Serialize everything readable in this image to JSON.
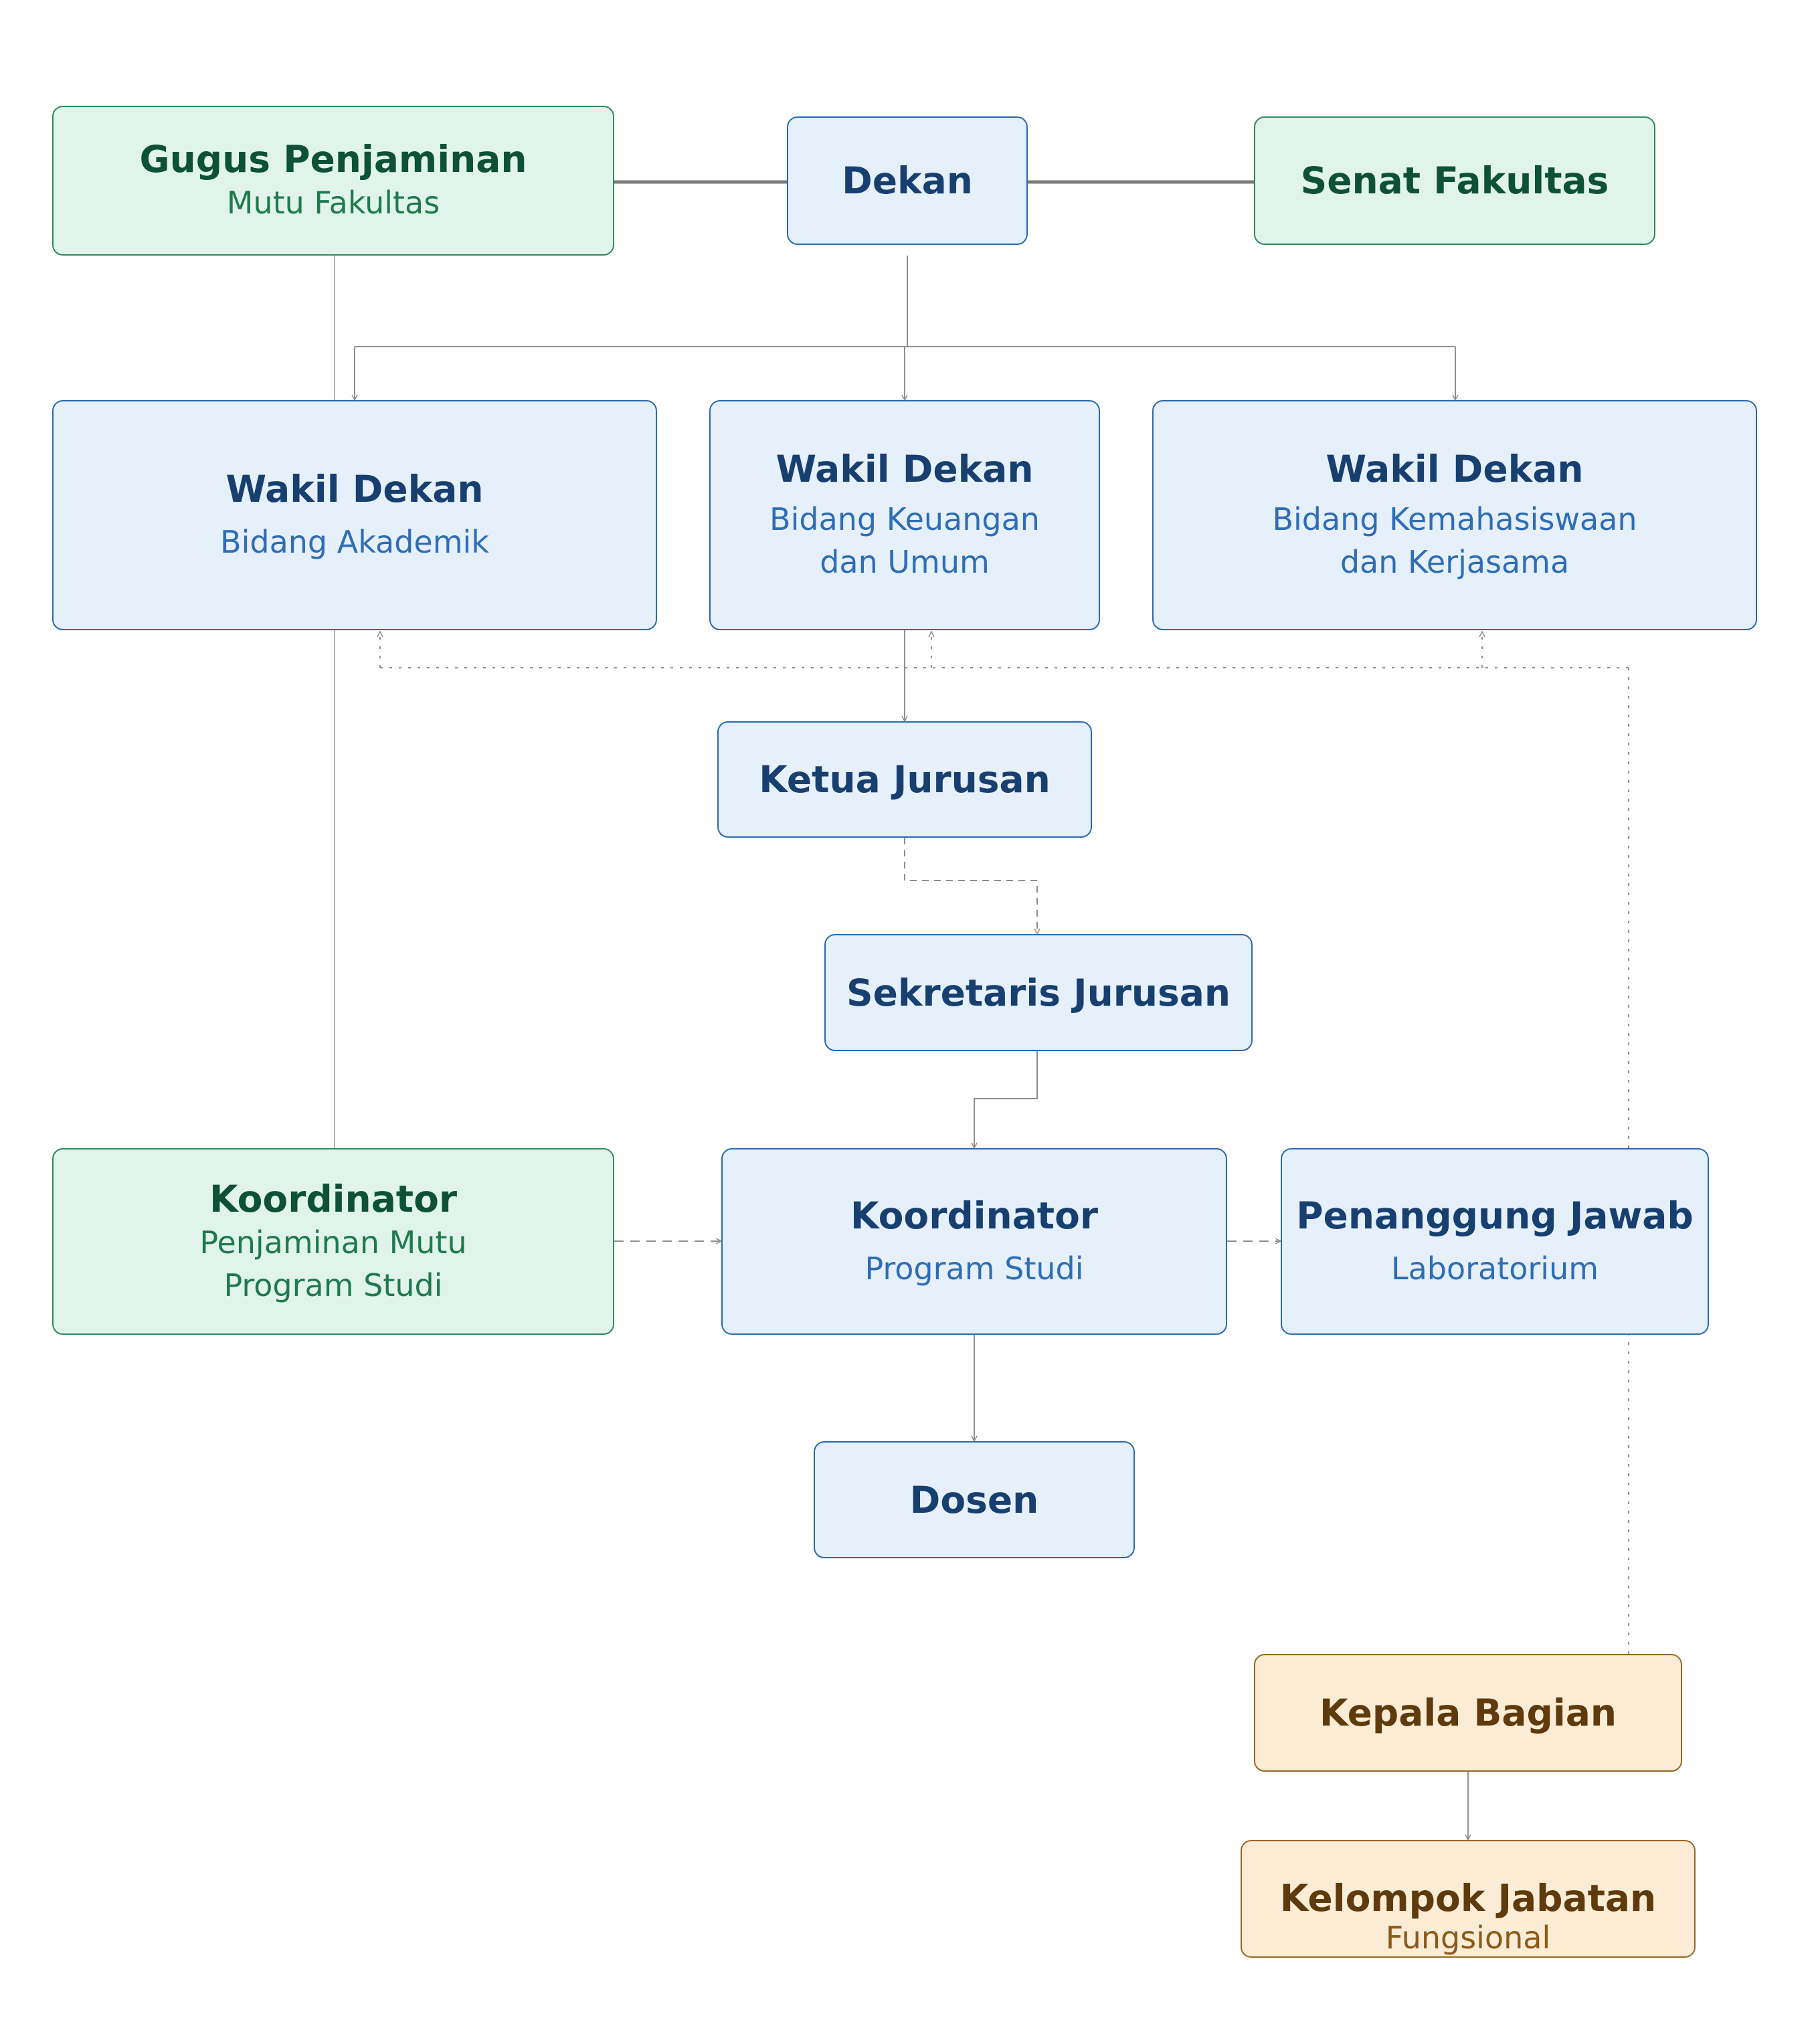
{
  "colors": {
    "blue_fill": "#e6f0fb",
    "blue_border": "#2c69ad",
    "green_fill": "#e1f4ec",
    "green_border": "#2f8a5e",
    "tan_fill": "#fbecd5",
    "tan_border": "#9a6726",
    "connector": "#8f8f8f"
  },
  "nodes": {
    "gugus": {
      "title": "Gugus Penjaminan",
      "subtitle": "Mutu Fakultas"
    },
    "dekan": {
      "title": "Dekan"
    },
    "senat": {
      "title": "Senat Fakultas"
    },
    "wd_akademik": {
      "title": "Wakil Dekan",
      "subtitle": "Bidang Akademik"
    },
    "wd_keuangan": {
      "title": "Wakil Dekan",
      "subtitle": "Bidang Keuangan\ndan Umum"
    },
    "wd_kemahasiswaan": {
      "title": "Wakil Dekan",
      "subtitle": "Bidang Kemahasiswaan\ndan Kerjasama"
    },
    "ketua_jurusan": {
      "title": "Ketua Jurusan"
    },
    "sekretaris_jurusan": {
      "title": "Sekretaris Jurusan"
    },
    "koord_pm": {
      "title": "Koordinator",
      "subtitle": "Penjaminan Mutu\nProgram Studi"
    },
    "koord_prodi": {
      "title": "Koordinator",
      "subtitle": "Program Studi"
    },
    "pj_lab": {
      "title": "Penanggung Jawab",
      "subtitle": "Laboratorium"
    },
    "dosen": {
      "title": "Dosen"
    },
    "kepala_bagian": {
      "title": "Kepala Bagian"
    },
    "kelompok_jabatan": {
      "title": "Kelompok Jabatan",
      "subtitle": "Fungsional"
    }
  }
}
